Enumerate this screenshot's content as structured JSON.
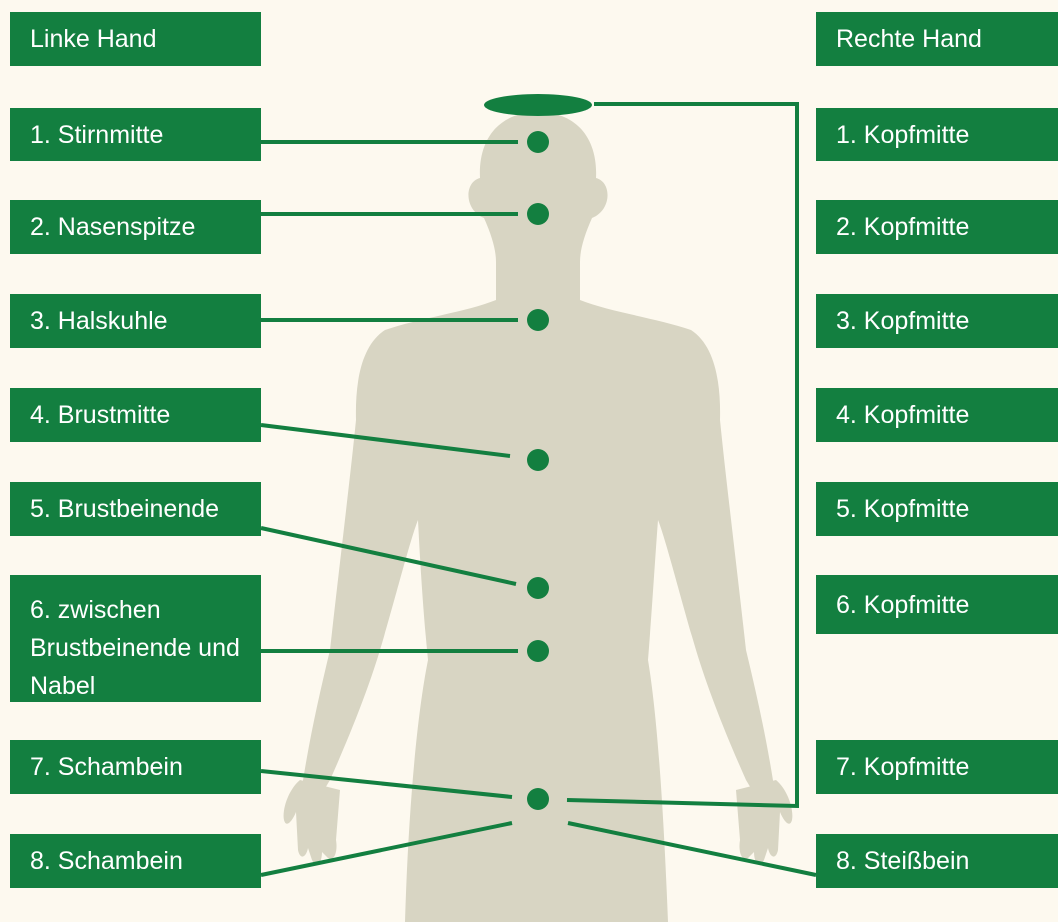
{
  "headers": {
    "left": "Linke Hand",
    "right": "Rechte Hand"
  },
  "left_labels": [
    "1. Stirnmitte",
    "2. Nasenspitze",
    "3. Halskuhle",
    "4. Brustmitte",
    "5. Brustbeinende",
    "6. zwischen Brustbeinende und Nabel",
    "7. Schambein",
    "8. Schambein"
  ],
  "right_labels": [
    "1. Kopfmitte",
    "2. Kopfmitte",
    "3. Kopfmitte",
    "4. Kopfmitte",
    "5. Kopfmitte",
    "6. Kopfmitte",
    "7. Kopfmitte",
    "8. Steißbein"
  ],
  "colors": {
    "background": "#fdf9ef",
    "accent_green": "#137f40",
    "silhouette": "#d8d5c3",
    "label_text": "#ffffff"
  }
}
